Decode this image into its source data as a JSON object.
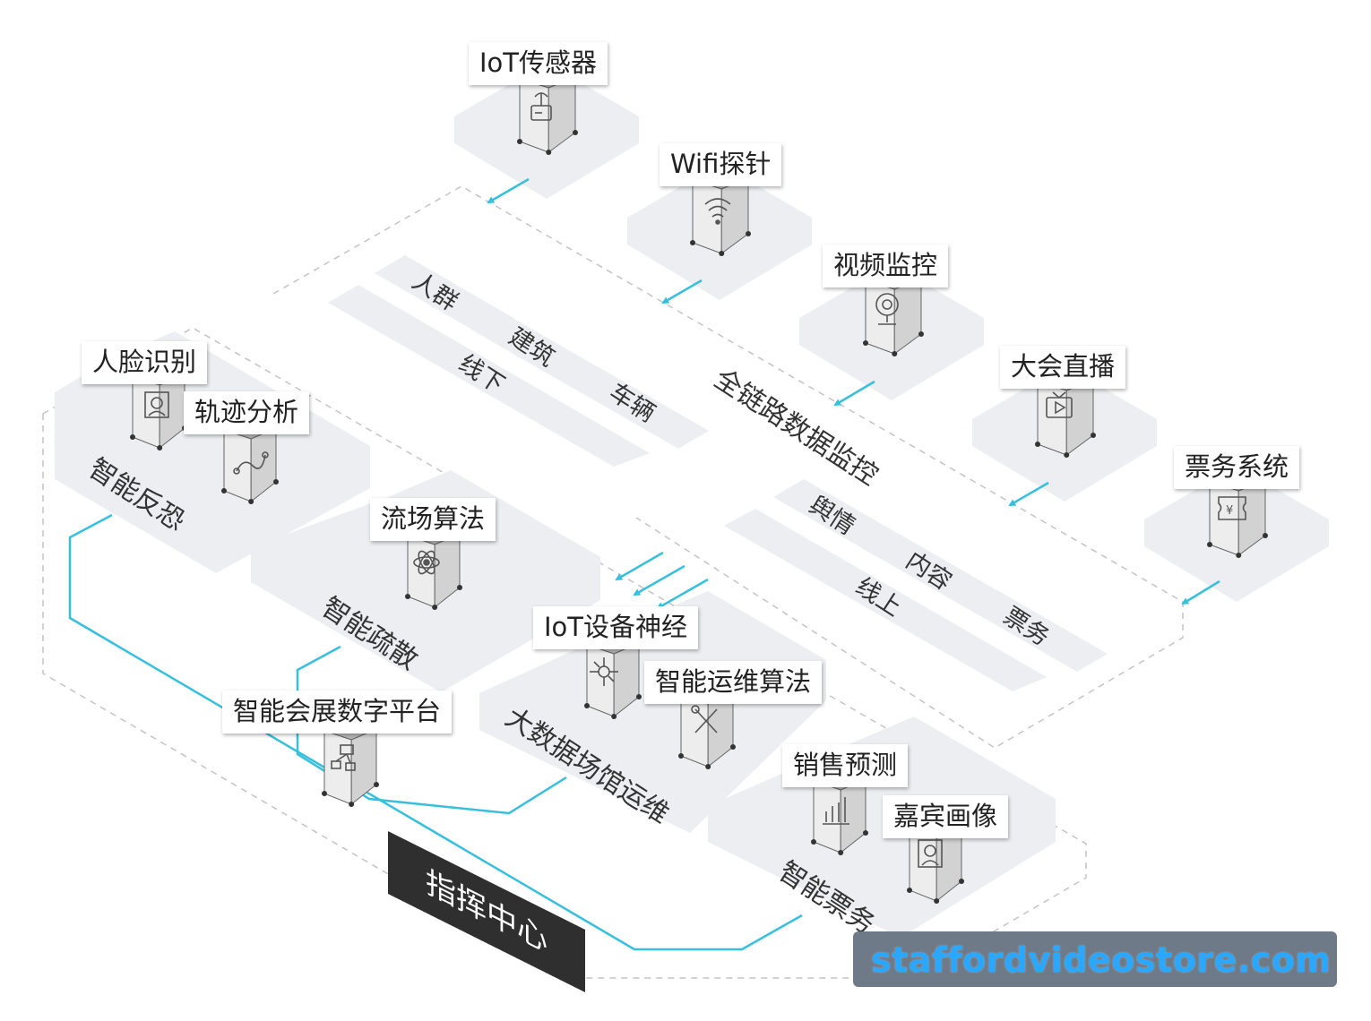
{
  "sensors": {
    "iot_sensor": "IoT传感器",
    "wifi_probe": "Wifi探针",
    "video_surveillance": "视频监控",
    "live_stream": "大会直播",
    "ticketing_system": "票务系统"
  },
  "monitoring": {
    "title": "全链路数据监控",
    "offline": {
      "title": "线下",
      "items": [
        "人群",
        "建筑",
        "车辆"
      ]
    },
    "online": {
      "title": "线上",
      "items": [
        "舆情",
        "内容",
        "票务"
      ]
    }
  },
  "modules": {
    "anti_terror": {
      "title": "智能反恐",
      "apps": [
        "人脸识别",
        "轨迹分析"
      ]
    },
    "crowd_flow": {
      "title": "智能疏散",
      "apps": [
        "流场算法"
      ]
    },
    "venue_ops": {
      "title": "大数据场馆运维",
      "apps": [
        "IoT设备神经",
        "智能运维算法"
      ]
    },
    "ticketing": {
      "title": "智能票务",
      "apps": [
        "销售预测",
        "嘉宾画像"
      ]
    }
  },
  "platform": {
    "title": "智能会展数字平台"
  },
  "command_center": {
    "title": "指挥中心"
  },
  "watermark": "staffordvideostore.com",
  "colors": {
    "connector": "#36c0de",
    "panel": "#eceef1",
    "dash": "#c4c4c4",
    "command_center": "#2f2f2f"
  }
}
